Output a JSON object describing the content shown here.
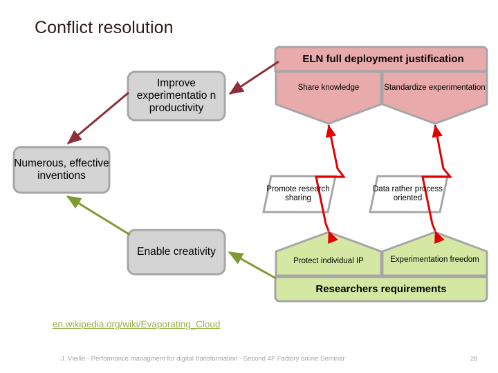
{
  "slide": {
    "title": "Conflict resolution",
    "title_color": "#2e1a17",
    "background": "#ffffff"
  },
  "palette": {
    "grey_fill": "#d4d4d4",
    "grey_border": "#a6a6a6",
    "pink_fill": "#e8aaaa",
    "pink_border": "#a6a6a6",
    "green_fill": "#d5e8a3",
    "green_border": "#a6a6a6",
    "white_fill": "#ffffff",
    "dark_red_arrow": "#8c2f39",
    "red_arrow": "#e00000",
    "olive_arrow": "#7f9a30",
    "link_green": "#94b04a",
    "footer_grey": "#a6a6a6"
  },
  "diagram": {
    "grey_boxes": [
      {
        "id": "improve-productivity",
        "label": "Improve experimentatio n productivity"
      },
      {
        "id": "numerous-inventions",
        "label": "Numerous, effective inventions"
      },
      {
        "id": "enable-creativity",
        "label": "Enable creativity"
      }
    ],
    "pink_group": {
      "banner": "ELN full deployment justification",
      "cells": [
        {
          "id": "share-knowledge",
          "label": "Share knowledge"
        },
        {
          "id": "standardize-experimentation",
          "label": "Standardize experimentation"
        }
      ]
    },
    "parallelograms": [
      {
        "id": "promote-research-sharing",
        "label": "Promote research sharing"
      },
      {
        "id": "data-rather-process-oriented",
        "label": "Data rather process oriented"
      }
    ],
    "green_group": {
      "banner": "Researchers requirements",
      "cells": [
        {
          "id": "protect-individual-ip",
          "label": "Protect individual IP"
        },
        {
          "id": "experimentation-freedom",
          "label": "Experimentation freedom"
        }
      ]
    },
    "connectors": [
      {
        "id": "eln-to-improve",
        "color": "#8c2f39",
        "style": "single-arrow"
      },
      {
        "id": "improve-to-inventions",
        "color": "#8c2f39",
        "style": "single-arrow"
      },
      {
        "id": "creativity-to-inventions",
        "color": "#7f9a30",
        "style": "single-arrow"
      },
      {
        "id": "requirements-to-creativity",
        "color": "#7f9a30",
        "style": "single-arrow"
      },
      {
        "id": "promote-conflict",
        "color": "#e00000",
        "style": "double-arrow-zigzag"
      },
      {
        "id": "data-conflict",
        "color": "#e00000",
        "style": "double-arrow-zigzag"
      }
    ]
  },
  "footer": {
    "source_link": "en.wikipedia.org/wiki/Evaporating_Cloud",
    "note": "J. Vieille - Performance managment for digital transformation - Second 4P Factory online Seminar",
    "page_number": "28"
  }
}
